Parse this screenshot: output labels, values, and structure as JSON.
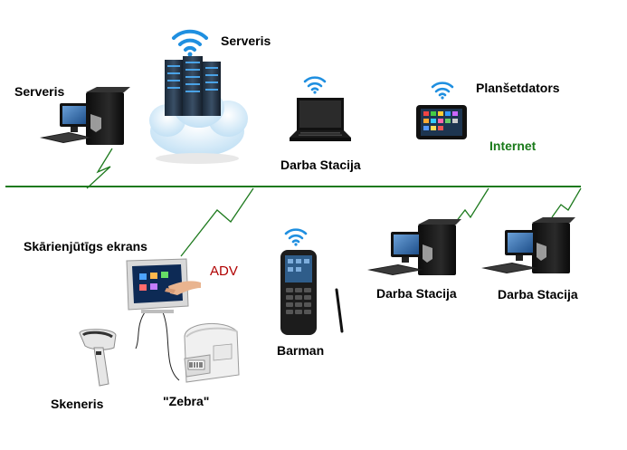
{
  "labels": {
    "server_left": "Serveris",
    "server_cloud": "Serveris",
    "workstation_top": "Darba Stacija",
    "tablet": "Planšetdators",
    "internet": "Internet",
    "touchscreen": "Skārienjūtīgs ekrans",
    "adv": "ADV",
    "barman": "Barman",
    "workstation_mid": "Darba Stacija",
    "workstation_right": "Darba Stacija",
    "scanner": "Skeneris",
    "zebra": "\"Zebra\""
  },
  "colors": {
    "network_line": "#1e7a1e",
    "wifi": "#1f8fe0",
    "internet_text": "#1a7a1a",
    "adv_text": "#b00000"
  },
  "icons": [
    "wifi-icon",
    "desktop-pc-icon",
    "server-rack-icon",
    "cloud-icon",
    "laptop-icon",
    "tablet-icon",
    "touchscreen-icon",
    "handheld-scanner-icon",
    "barcode-scanner-icon",
    "label-printer-icon"
  ]
}
